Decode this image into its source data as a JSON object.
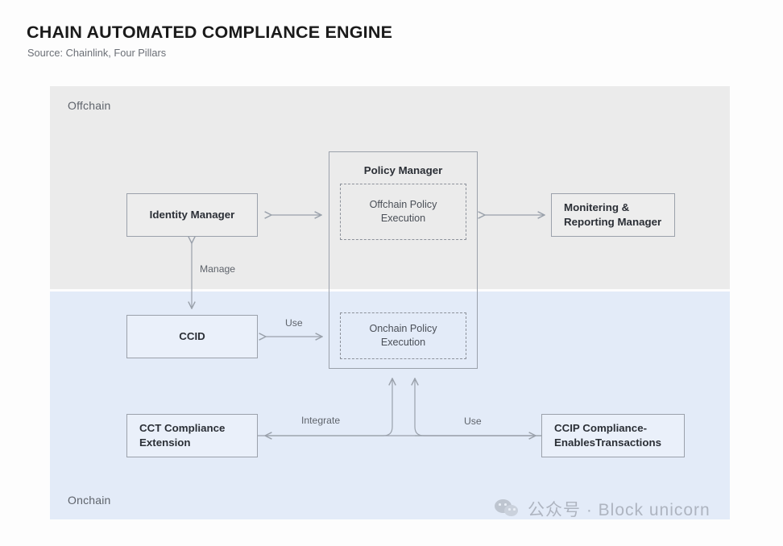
{
  "header": {
    "title": "CHAIN AUTOMATED COMPLIANCE ENGINE",
    "source": "Source: Chainlink, Four Pillars"
  },
  "zones": {
    "offchain_label": "Offchain",
    "onchain_label": "Onchain",
    "offchain_color": "#ebebeb",
    "onchain_color": "#e3ebf8"
  },
  "nodes": {
    "identity_manager": "Identity Manager",
    "monitoring_manager": "Monitering &\nReporting Manager",
    "policy_manager": "Policy Manager",
    "offchain_policy_execution": "Offchain Policy\nExecution",
    "onchain_policy_execution": "Onchain Policy\nExecution",
    "ccid": "CCID",
    "cct_extension": "CCT Compliance\nExtension",
    "ccip_transactions": "CCIP Compliance-\nEnablesTransactions"
  },
  "connectors": [
    {
      "id": "identity-to-policy",
      "label": "",
      "direction": "bidirectional"
    },
    {
      "id": "policy-to-monitoring",
      "label": "",
      "direction": "bidirectional"
    },
    {
      "id": "identity-to-ccid",
      "label": "Manage",
      "direction": "bidirectional"
    },
    {
      "id": "ccid-to-policy",
      "label": "Use",
      "direction": "bidirectional"
    },
    {
      "id": "ccip-to-cct",
      "label": "Integrate",
      "direction": "left"
    },
    {
      "id": "ccip-to-policy",
      "label": "Use",
      "direction": "right"
    }
  ],
  "connector_labels": {
    "manage": "Manage",
    "use_ccid": "Use",
    "integrate": "Integrate",
    "use_ccip": "Use"
  },
  "watermark": {
    "text": "公众号 · Block unicorn",
    "icon": "wechat-icon"
  },
  "colors": {
    "box_border": "#9ba1ab",
    "arrow": "#9aa1ab",
    "text_primary": "#2b2f36",
    "text_muted": "#5e636b"
  }
}
